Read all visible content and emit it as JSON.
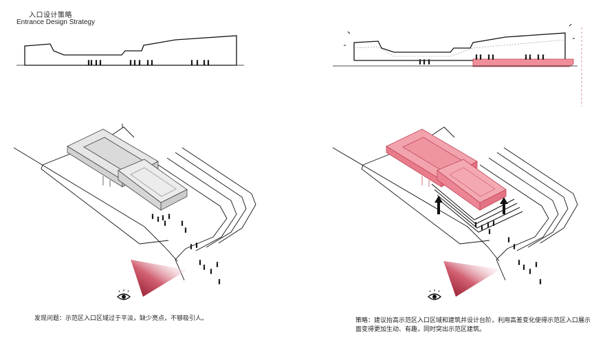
{
  "header": {
    "title_cn": "入口设计策略",
    "title_en": "Entrance Design Strategy"
  },
  "captions": {
    "problem": "发现问题：示范区入口区域过于平淡，缺少亮点，不够吸引人。",
    "strategy": "策略：建议抬高示范区入口区域和建筑并设计台阶，利用高差变化使得示范区入口展示面变得更加生动、有趣，同时突出示范区建筑。"
  },
  "colors": {
    "highlight": "#f08e9a",
    "highlight_stroke": "#c2485a",
    "building_neutral": "#e6e6e6",
    "line": "#222222",
    "view_cone_dark": "#9b1b30"
  },
  "icons": {
    "eye": "eye-icon",
    "arrow": "arrow-up-icon",
    "person": "person-figure"
  }
}
